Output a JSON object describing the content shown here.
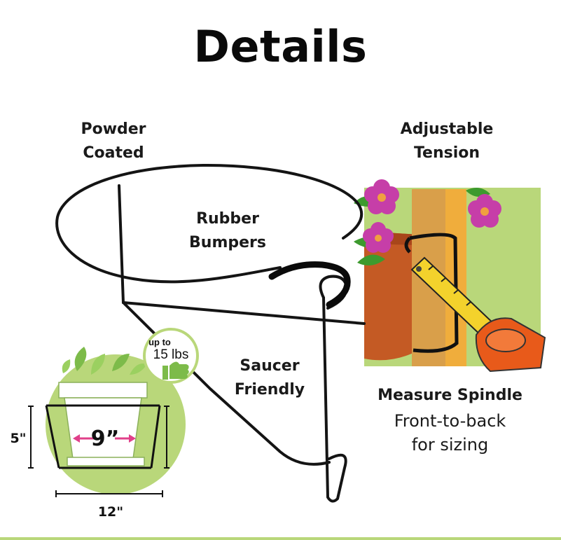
{
  "title": "Details",
  "labels": {
    "powder_coated": [
      "Powder",
      "Coated"
    ],
    "adjustable_tension": [
      "Adjustable",
      "Tension"
    ],
    "rubber_bumpers": [
      "Rubber",
      "Bumpers"
    ],
    "saucer_friendly": [
      "Saucer",
      "Friendly"
    ],
    "measure_spindle": "Measure Spindle",
    "measure_sub": [
      "Front-to-back",
      "for sizing"
    ]
  },
  "pot": {
    "weight_prefix": "up to",
    "weight_value": "15 lbs",
    "inner_width": "9”",
    "height": "5\"",
    "outer_width": "12\""
  },
  "colors": {
    "accent_green": "#b9d77a",
    "flower_pink": "#c63ea8",
    "wood": "#d99f4a",
    "orange": "#e85a1a",
    "tape_yellow": "#f3d22c",
    "arrow_pink": "#e0408a"
  }
}
